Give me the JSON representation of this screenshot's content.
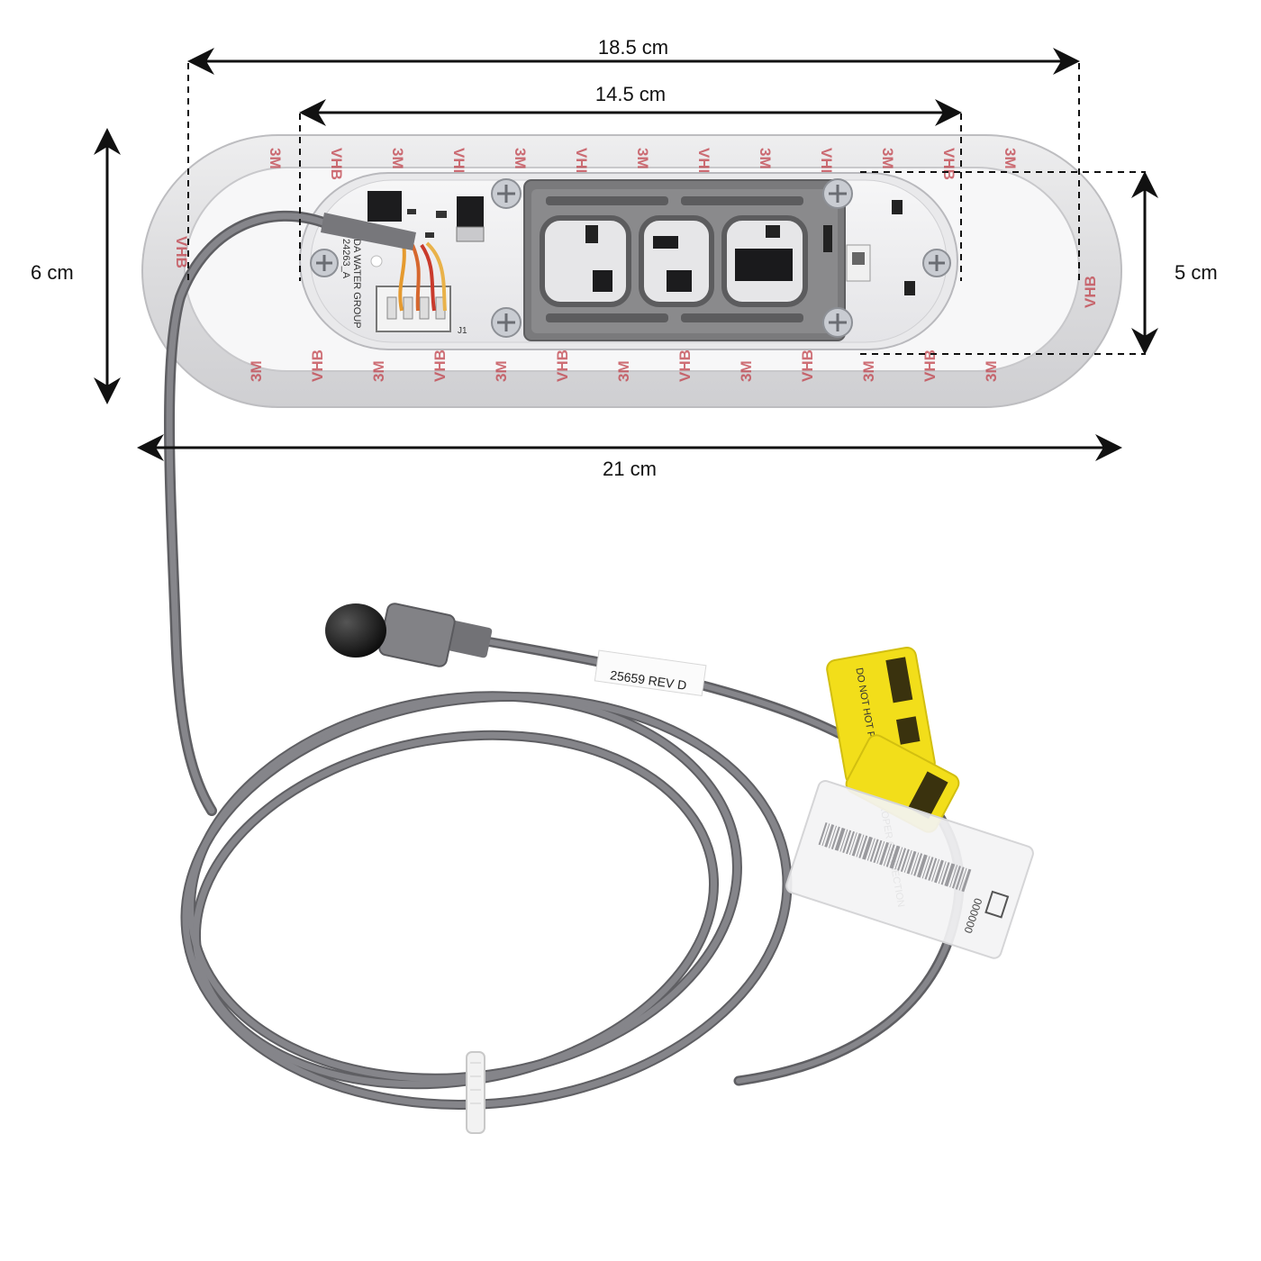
{
  "dimensions": {
    "top_outer": "18.5 cm",
    "top_inner": "14.5 cm",
    "bottom_width": "21 cm",
    "left_height": "6 cm",
    "right_height": "5 cm"
  },
  "board": {
    "maker_text": "DA WATER GROUP",
    "part_text": "24263_A",
    "connector_label": "J1"
  },
  "gasket": {
    "tape_brand": "3M",
    "tape_type": "VHB"
  },
  "cable": {
    "rev_label": "25659 REV D",
    "barcode_digits": "000000",
    "warning_text": "DO NOT HOT PLUG  CHECK PROPER CONNECTION"
  },
  "colors": {
    "arrow": "#111111",
    "cable": "#7d7d82",
    "gasket_print": "#c0404a",
    "warning_tag": "#f2de1a",
    "bezel": "#7a7a7c"
  }
}
